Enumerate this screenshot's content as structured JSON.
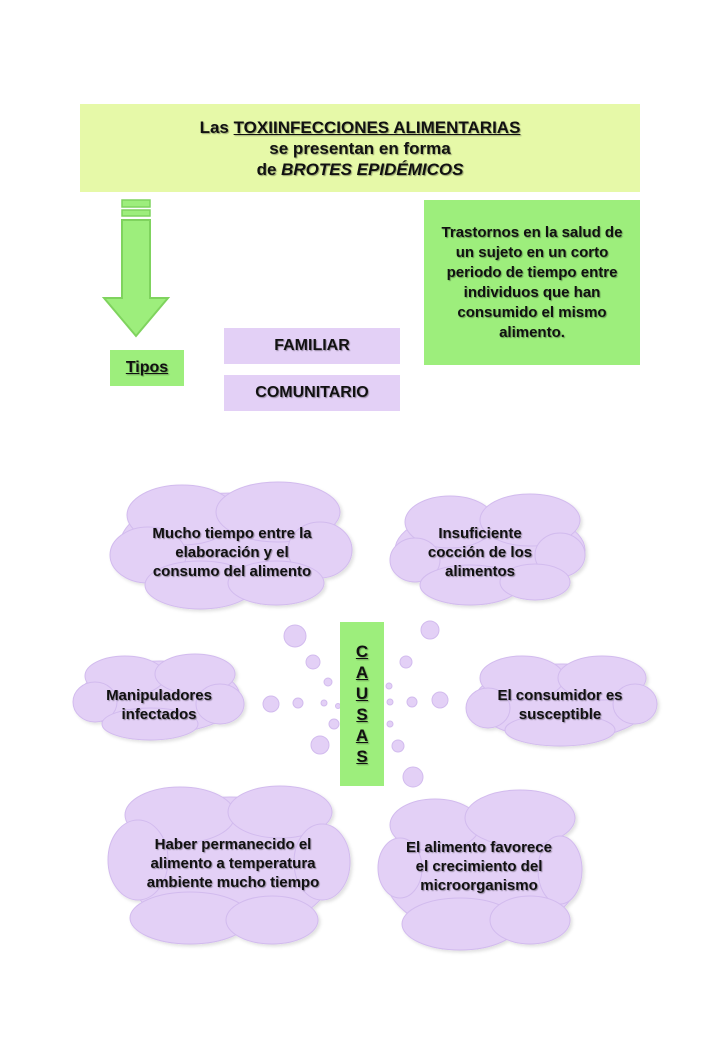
{
  "title": {
    "prefix": "Las ",
    "highlight": "TOXIINFECCIONES ALIMENTARIAS",
    "line2": "se presentan en forma",
    "line3_prefix": "de ",
    "line3_italic": "BROTES EPIDÉMICOS"
  },
  "definition": "Trastornos en la salud de un sujeto en un corto periodo de tiempo entre individuos que han consumido el mismo alimento.",
  "tipos_label": "Tipos",
  "types": [
    "FAMILIAR",
    "COMUNITARIO"
  ],
  "causas_letters": [
    "C",
    "A",
    "U",
    "S",
    "A",
    "S"
  ],
  "causes": [
    "Mucho tiempo entre la elaboración y el consumo del alimento",
    "Insuficiente cocción de los alimentos",
    "Manipuladores infectados",
    "El consumidor es susceptible",
    "Haber permanecido el alimento a temperatura ambiente mucho tiempo",
    "El alimento favorece el crecimiento del microorganismo"
  ],
  "colors": {
    "title_bg": "#e6f9a8",
    "green_box": "#9dee7c",
    "lilac": "#e3d0f6",
    "arrow": "#9dee7c"
  }
}
